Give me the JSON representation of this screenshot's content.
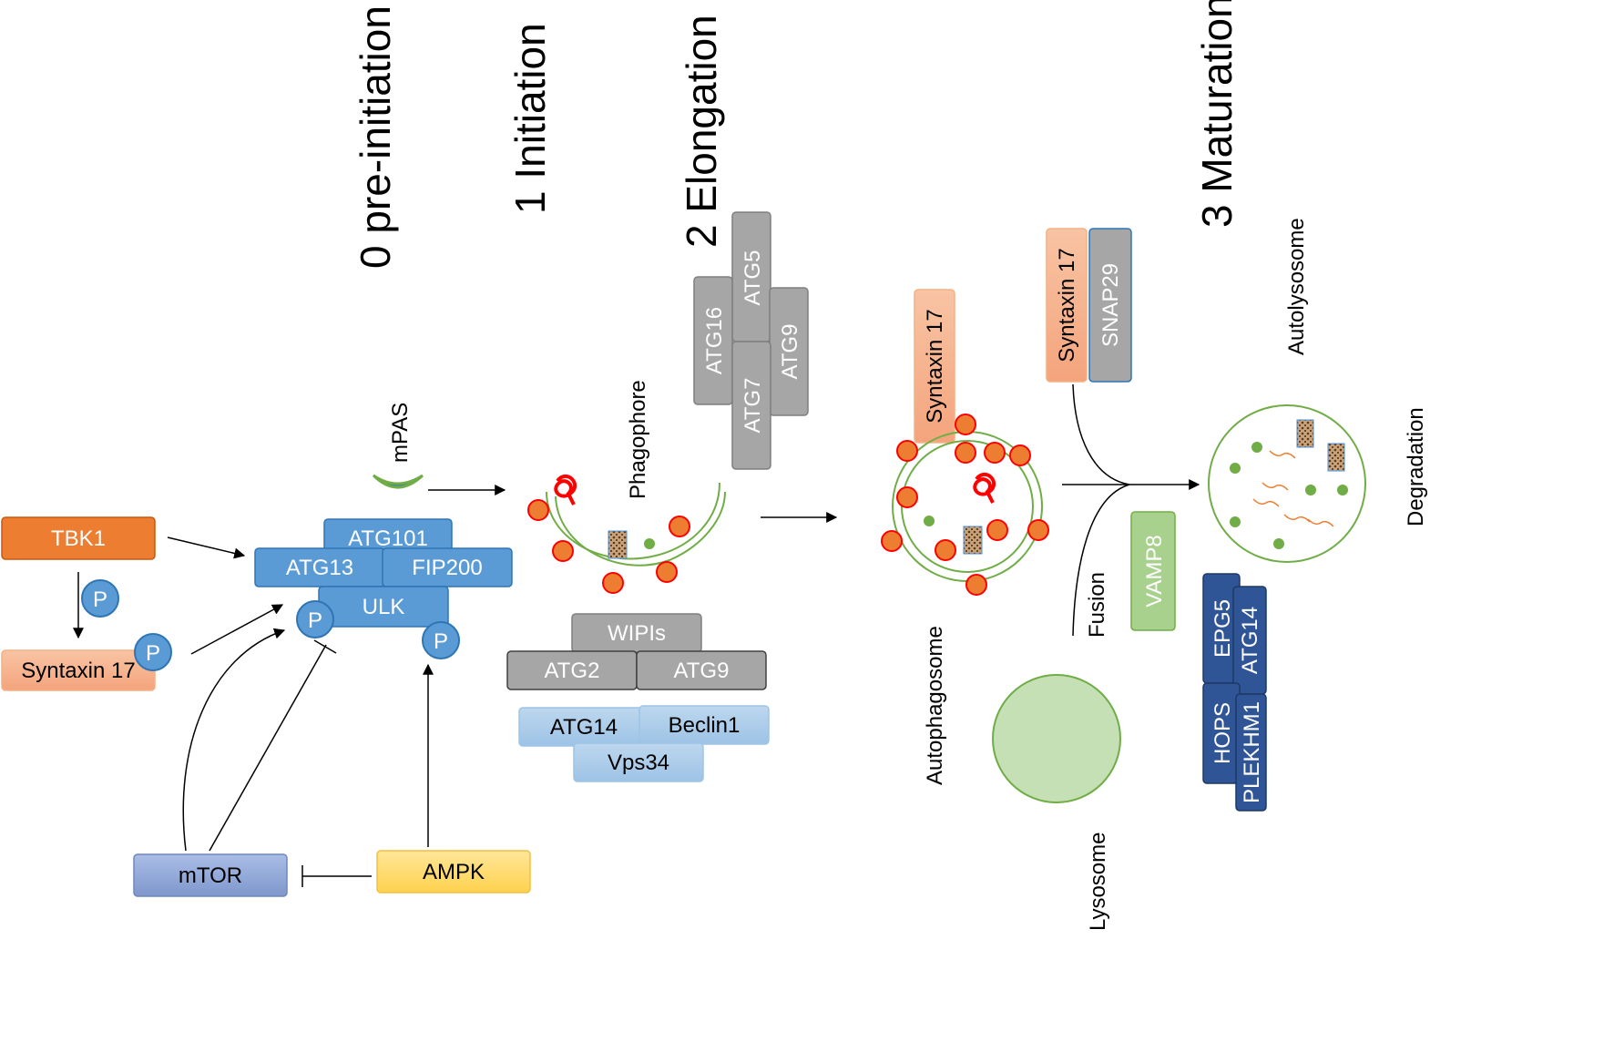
{
  "stages": {
    "s0": "0 pre-initiation",
    "s1": "1 Initiation",
    "s2": "2 Elongation",
    "s3": "3 Maturation"
  },
  "labels": {
    "mpas": "mPAS",
    "phagophore": "Phagophore",
    "autophagosome": "Autophagosome",
    "lysosome": "Lysosome",
    "fusion": "Fusion",
    "autolysosome": "Autolysosome",
    "degradation": "Degradation",
    "phospho": "P"
  },
  "proteins": {
    "tbk1": "TBK1",
    "syntaxin17": "Syntaxin 17",
    "atg101": "ATG101",
    "atg13": "ATG13",
    "fip200": "FIP200",
    "ulk": "ULK",
    "mtor": "mTOR",
    "ampk": "AMPK",
    "wipis": "WIPIs",
    "atg2": "ATG2",
    "atg9": "ATG9",
    "atg14": "ATG14",
    "beclin1": "Beclin1",
    "vps34": "Vps34",
    "atg16": "ATG16",
    "atg5": "ATG5",
    "atg7": "ATG7",
    "snap29": "SNAP29",
    "vamp8": "VAMP8",
    "epg5": "EPG5",
    "hops": "HOPS",
    "plekhm1": "PLEKHM1"
  },
  "colors": {
    "orange": "#ed7d31",
    "salmon": "#f4b183",
    "blue": "#5b9bd5",
    "lightBlue": "#9dc3e6",
    "purple": "#8faadc",
    "yellow": "#ffd966",
    "gray": "#a6a6a6",
    "navy": "#2f5597",
    "green": "#70ad47",
    "lightGreen": "#a9d18e",
    "red": "#ff0000"
  }
}
